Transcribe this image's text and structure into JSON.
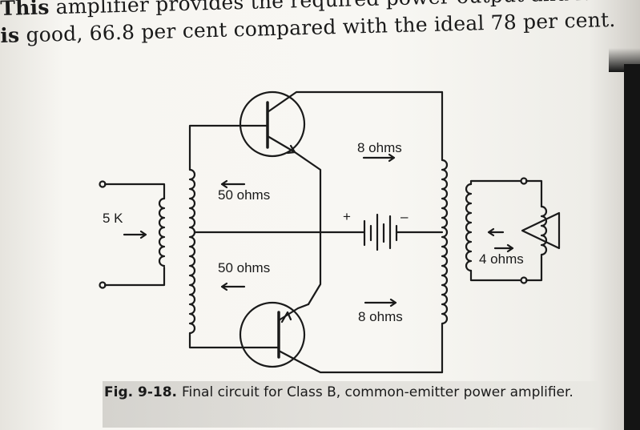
{
  "body_text": {
    "line1_bold": "This",
    "line1_rest": " amplifier provides the required power output and its efficie",
    "line2_bold": "is",
    "line2_rest": " good, 66.8 per cent compared with the ideal 78 per cent."
  },
  "schematic": {
    "labels": {
      "input_impedance": "5 K",
      "upper_primary_impedance": "50 ohms",
      "lower_primary_impedance": "50 ohms",
      "upper_collector_impedance": "8 ohms",
      "lower_collector_impedance": "8 ohms",
      "speaker_impedance": "4 ohms",
      "battery_plus": "+",
      "battery_minus": "–"
    }
  },
  "caption": {
    "figure_number": "Fig. 9-18.",
    "text": "Final circuit for Class B, common-emitter power amplifier."
  }
}
